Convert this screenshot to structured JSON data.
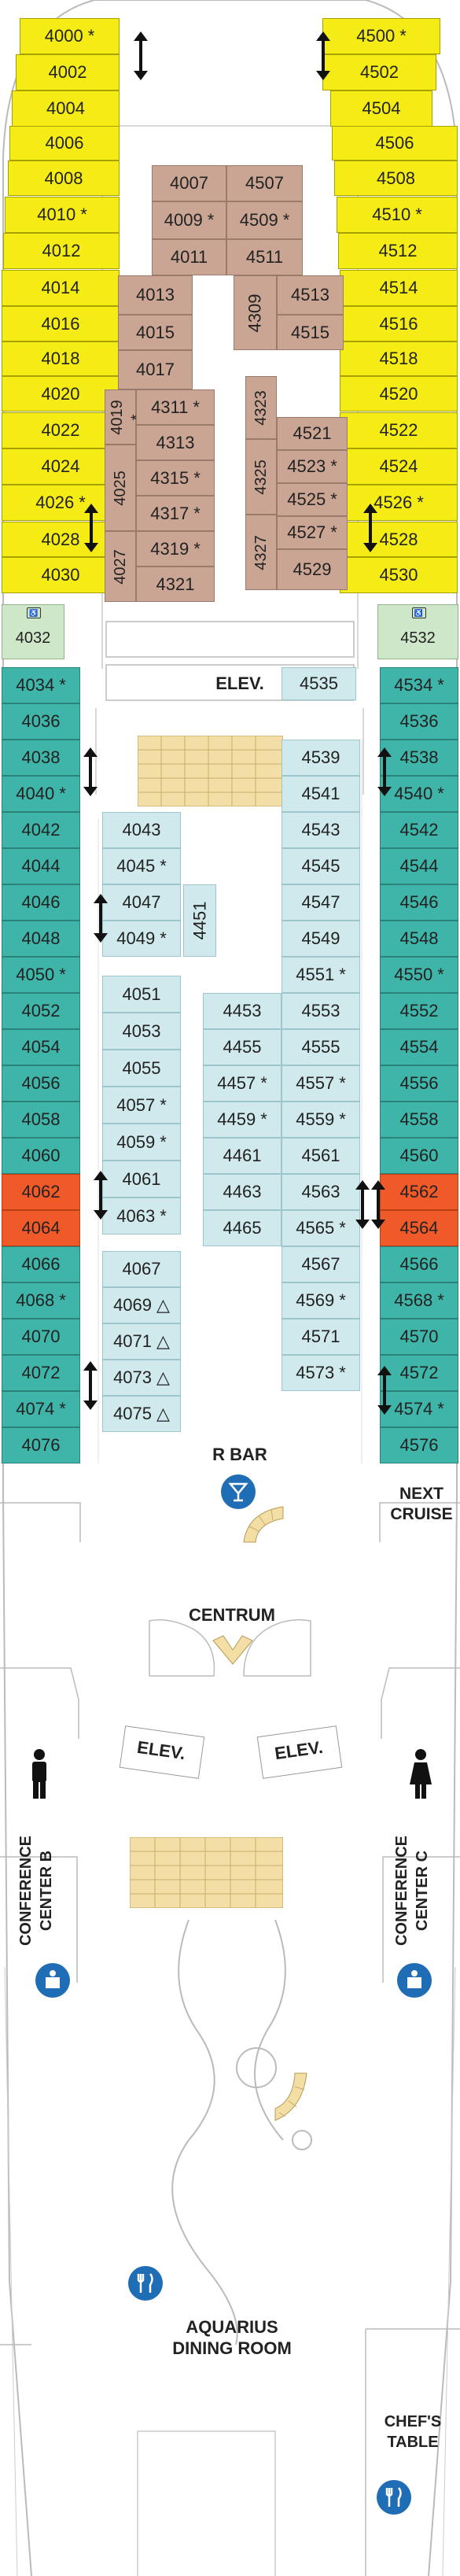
{
  "colors": {
    "outside_forward": "#f5ec16",
    "outside_side": "#3fb4a8",
    "inside": "#cfe9ec",
    "suite": "#caa594",
    "highlight": "#f05a28",
    "accessible": "#cfe7c9",
    "icon_blue": "#1f6eb5"
  },
  "cabins": {
    "left_forward": [
      {
        "n": "4000",
        "s": "*"
      },
      {
        "n": "4002",
        "s": ""
      },
      {
        "n": "4004",
        "s": ""
      },
      {
        "n": "4006",
        "s": ""
      },
      {
        "n": "4008",
        "s": ""
      },
      {
        "n": "4010",
        "s": "*"
      },
      {
        "n": "4012",
        "s": ""
      },
      {
        "n": "4014",
        "s": ""
      },
      {
        "n": "4016",
        "s": ""
      },
      {
        "n": "4018",
        "s": ""
      },
      {
        "n": "4020",
        "s": ""
      },
      {
        "n": "4022",
        "s": ""
      },
      {
        "n": "4024",
        "s": ""
      },
      {
        "n": "4026",
        "s": "*"
      },
      {
        "n": "4028",
        "s": ""
      },
      {
        "n": "4030",
        "s": ""
      }
    ],
    "right_forward": [
      {
        "n": "4500",
        "s": "*"
      },
      {
        "n": "4502",
        "s": ""
      },
      {
        "n": "4504",
        "s": ""
      },
      {
        "n": "4506",
        "s": ""
      },
      {
        "n": "4508",
        "s": ""
      },
      {
        "n": "4510",
        "s": "*"
      },
      {
        "n": "4512",
        "s": ""
      },
      {
        "n": "4514",
        "s": ""
      },
      {
        "n": "4516",
        "s": ""
      },
      {
        "n": "4518",
        "s": ""
      },
      {
        "n": "4520",
        "s": ""
      },
      {
        "n": "4522",
        "s": ""
      },
      {
        "n": "4524",
        "s": ""
      },
      {
        "n": "4526",
        "s": "*"
      },
      {
        "n": "4528",
        "s": ""
      },
      {
        "n": "4530",
        "s": ""
      }
    ],
    "left_accessible": {
      "n": "4032",
      "icon": "accessible-icon"
    },
    "right_accessible": {
      "n": "4532",
      "icon": "accessible-icon"
    },
    "left_side": [
      {
        "n": "4034",
        "s": "*"
      },
      {
        "n": "4036",
        "s": ""
      },
      {
        "n": "4038",
        "s": ""
      },
      {
        "n": "4040",
        "s": "*"
      },
      {
        "n": "4042",
        "s": ""
      },
      {
        "n": "4044",
        "s": ""
      },
      {
        "n": "4046",
        "s": ""
      },
      {
        "n": "4048",
        "s": ""
      },
      {
        "n": "4050",
        "s": "*"
      },
      {
        "n": "4052",
        "s": ""
      },
      {
        "n": "4054",
        "s": ""
      },
      {
        "n": "4056",
        "s": ""
      },
      {
        "n": "4058",
        "s": ""
      },
      {
        "n": "4060",
        "s": ""
      },
      {
        "n": "4062",
        "s": ""
      },
      {
        "n": "4064",
        "s": ""
      },
      {
        "n": "4066",
        "s": ""
      },
      {
        "n": "4068",
        "s": "*"
      },
      {
        "n": "4070",
        "s": ""
      },
      {
        "n": "4072",
        "s": ""
      },
      {
        "n": "4074",
        "s": "*"
      },
      {
        "n": "4076",
        "s": ""
      }
    ],
    "right_side": [
      {
        "n": "4534",
        "s": "*"
      },
      {
        "n": "4536",
        "s": ""
      },
      {
        "n": "4538",
        "s": ""
      },
      {
        "n": "4540",
        "s": "*"
      },
      {
        "n": "4542",
        "s": ""
      },
      {
        "n": "4544",
        "s": ""
      },
      {
        "n": "4546",
        "s": ""
      },
      {
        "n": "4548",
        "s": ""
      },
      {
        "n": "4550",
        "s": "*"
      },
      {
        "n": "4552",
        "s": ""
      },
      {
        "n": "4554",
        "s": ""
      },
      {
        "n": "4556",
        "s": ""
      },
      {
        "n": "4558",
        "s": ""
      },
      {
        "n": "4560",
        "s": ""
      },
      {
        "n": "4562",
        "s": ""
      },
      {
        "n": "4564",
        "s": ""
      },
      {
        "n": "4566",
        "s": ""
      },
      {
        "n": "4568",
        "s": "*"
      },
      {
        "n": "4570",
        "s": ""
      },
      {
        "n": "4572",
        "s": ""
      },
      {
        "n": "4574",
        "s": "*"
      },
      {
        "n": "4576",
        "s": ""
      }
    ],
    "suites_top": [
      {
        "n": "4007",
        "s": ""
      },
      {
        "n": "4507",
        "s": ""
      },
      {
        "n": "4009",
        "s": "*"
      },
      {
        "n": "4509",
        "s": "*"
      },
      {
        "n": "4011",
        "s": ""
      },
      {
        "n": "4511",
        "s": ""
      }
    ],
    "suites_mid": [
      {
        "n": "4013",
        "s": ""
      },
      {
        "n": "4015",
        "s": ""
      },
      {
        "n": "4017",
        "s": ""
      },
      {
        "n": "4309",
        "s": ""
      },
      {
        "n": "4513",
        "s": ""
      },
      {
        "n": "4515",
        "s": ""
      }
    ],
    "suites_low_left": [
      {
        "n": "4019",
        "s": "*"
      },
      {
        "n": "4025",
        "s": ""
      },
      {
        "n": "4027",
        "s": ""
      },
      {
        "n": "4311",
        "s": "*"
      },
      {
        "n": "4313",
        "s": ""
      },
      {
        "n": "4315",
        "s": "*"
      },
      {
        "n": "4317",
        "s": "*"
      },
      {
        "n": "4319",
        "s": "*"
      },
      {
        "n": "4321",
        "s": ""
      }
    ],
    "suites_low_right": [
      {
        "n": "4323",
        "s": ""
      },
      {
        "n": "4325",
        "s": ""
      },
      {
        "n": "4327",
        "s": ""
      },
      {
        "n": "4521",
        "s": ""
      },
      {
        "n": "4523",
        "s": "*"
      },
      {
        "n": "4525",
        "s": "*"
      },
      {
        "n": "4527",
        "s": "*"
      },
      {
        "n": "4529",
        "s": ""
      }
    ],
    "inside_left": [
      {
        "n": "4043",
        "s": ""
      },
      {
        "n": "4045",
        "s": "*"
      },
      {
        "n": "4047",
        "s": ""
      },
      {
        "n": "4049",
        "s": "*"
      }
    ],
    "inside_4451": {
      "n": "4451",
      "s": ""
    },
    "inside_left2": [
      {
        "n": "4051",
        "s": ""
      },
      {
        "n": "4053",
        "s": ""
      },
      {
        "n": "4055",
        "s": ""
      },
      {
        "n": "4057",
        "s": "*"
      },
      {
        "n": "4059",
        "s": "*"
      },
      {
        "n": "4061",
        "s": ""
      },
      {
        "n": "4063",
        "s": "*"
      }
    ],
    "inside_left3": [
      {
        "n": "4067",
        "s": ""
      },
      {
        "n": "4069",
        "s": "△"
      },
      {
        "n": "4071",
        "s": "△"
      },
      {
        "n": "4073",
        "s": "△"
      },
      {
        "n": "4075",
        "s": "△"
      }
    ],
    "inside_center": [
      {
        "n": "4453",
        "s": ""
      },
      {
        "n": "4455",
        "s": ""
      },
      {
        "n": "4457",
        "s": "*"
      },
      {
        "n": "4459",
        "s": "*"
      },
      {
        "n": "4461",
        "s": ""
      },
      {
        "n": "4463",
        "s": ""
      },
      {
        "n": "4465",
        "s": ""
      }
    ],
    "inside_right": [
      {
        "n": "4539",
        "s": ""
      },
      {
        "n": "4541",
        "s": ""
      },
      {
        "n": "4543",
        "s": ""
      },
      {
        "n": "4545",
        "s": ""
      },
      {
        "n": "4547",
        "s": ""
      },
      {
        "n": "4549",
        "s": ""
      },
      {
        "n": "4551",
        "s": "*"
      },
      {
        "n": "4553",
        "s": ""
      },
      {
        "n": "4555",
        "s": ""
      },
      {
        "n": "4557",
        "s": "*"
      },
      {
        "n": "4559",
        "s": "*"
      },
      {
        "n": "4561",
        "s": ""
      },
      {
        "n": "4563",
        "s": ""
      },
      {
        "n": "4565",
        "s": "*"
      },
      {
        "n": "4567",
        "s": ""
      },
      {
        "n": "4569",
        "s": "*"
      },
      {
        "n": "4571",
        "s": ""
      },
      {
        "n": "4573",
        "s": "*"
      }
    ],
    "inside_4535": {
      "n": "4535",
      "s": ""
    }
  },
  "labels": {
    "elev_top": "ELEV.",
    "r_bar": "R BAR",
    "next_cruise_1": "NEXT",
    "next_cruise_2": "CRUISE",
    "centrum": "CENTRUM",
    "elev_left": "ELEV.",
    "elev_right": "ELEV.",
    "conf_b_1": "CONFERENCE",
    "conf_b_2": "CENTER B",
    "conf_c_1": "CONFERENCE",
    "conf_c_2": "CENTER C",
    "dining_1": "AQUARIUS",
    "dining_2": "DINING ROOM",
    "chefs_1": "CHEF'S",
    "chefs_2": "TABLE"
  }
}
